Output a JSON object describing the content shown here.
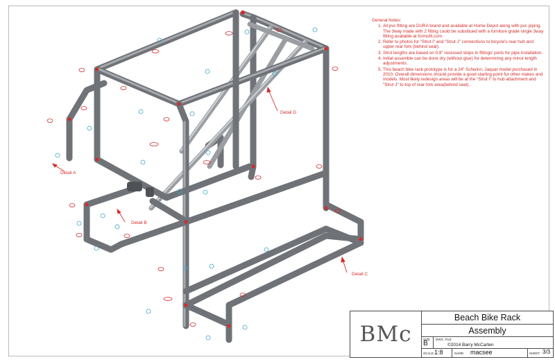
{
  "notes": {
    "heading": "General Notes:",
    "items": [
      "All pvc fitting are DURA brand and available at Home Depot along with pvc piping. The 3way made with 2 fitting could be substitued with a furniture grade single 3way fitting available at formufit.com.",
      "Refer to photos for \"Strut I\" and \"Strut J\" connections to bicycle's rear hub and upper rear fork (behind seat).",
      "Strut lengths are based on 0.8\" recessed stops in fittings' ports for pipe installation.",
      "Initial assemble can be done dry (without glue) for determining any minor length adjustments.",
      "This beach bike rack prototype is for a 24\" Schwinn, Jaquar model purchased in 2010. Overall dimensions should provide a good starting point for other makes and models. Most likely redesign areas will be at the \"Strut I\" to hub attachment and \"Strut J\" to top of rear fork area(behind seat) ."
    ]
  },
  "details": {
    "a": "Detail A",
    "b": "Detail B",
    "c": "Detail C",
    "d": "Detail D"
  },
  "title_block": {
    "logo": "BMc",
    "title_line1": "Beach Bike Rack",
    "title_line2": "Assembly",
    "size_label": "SIZE",
    "size_value": "B",
    "dwg_label": "DWG. FILE",
    "copyright": "©2014 Barry McCarten",
    "scale_label": "SCALE:",
    "scale_value": "1:8",
    "name_label": "NAME:",
    "name_value": "macsee",
    "sheet_label": "SHEET:",
    "sheet_value": "3/3"
  },
  "colors": {
    "annotation_red": "#d42a2a",
    "callout_cyan": "#3aa7c9",
    "pipe_gray": "#6f7378",
    "border_gray": "#b9b9b9"
  }
}
